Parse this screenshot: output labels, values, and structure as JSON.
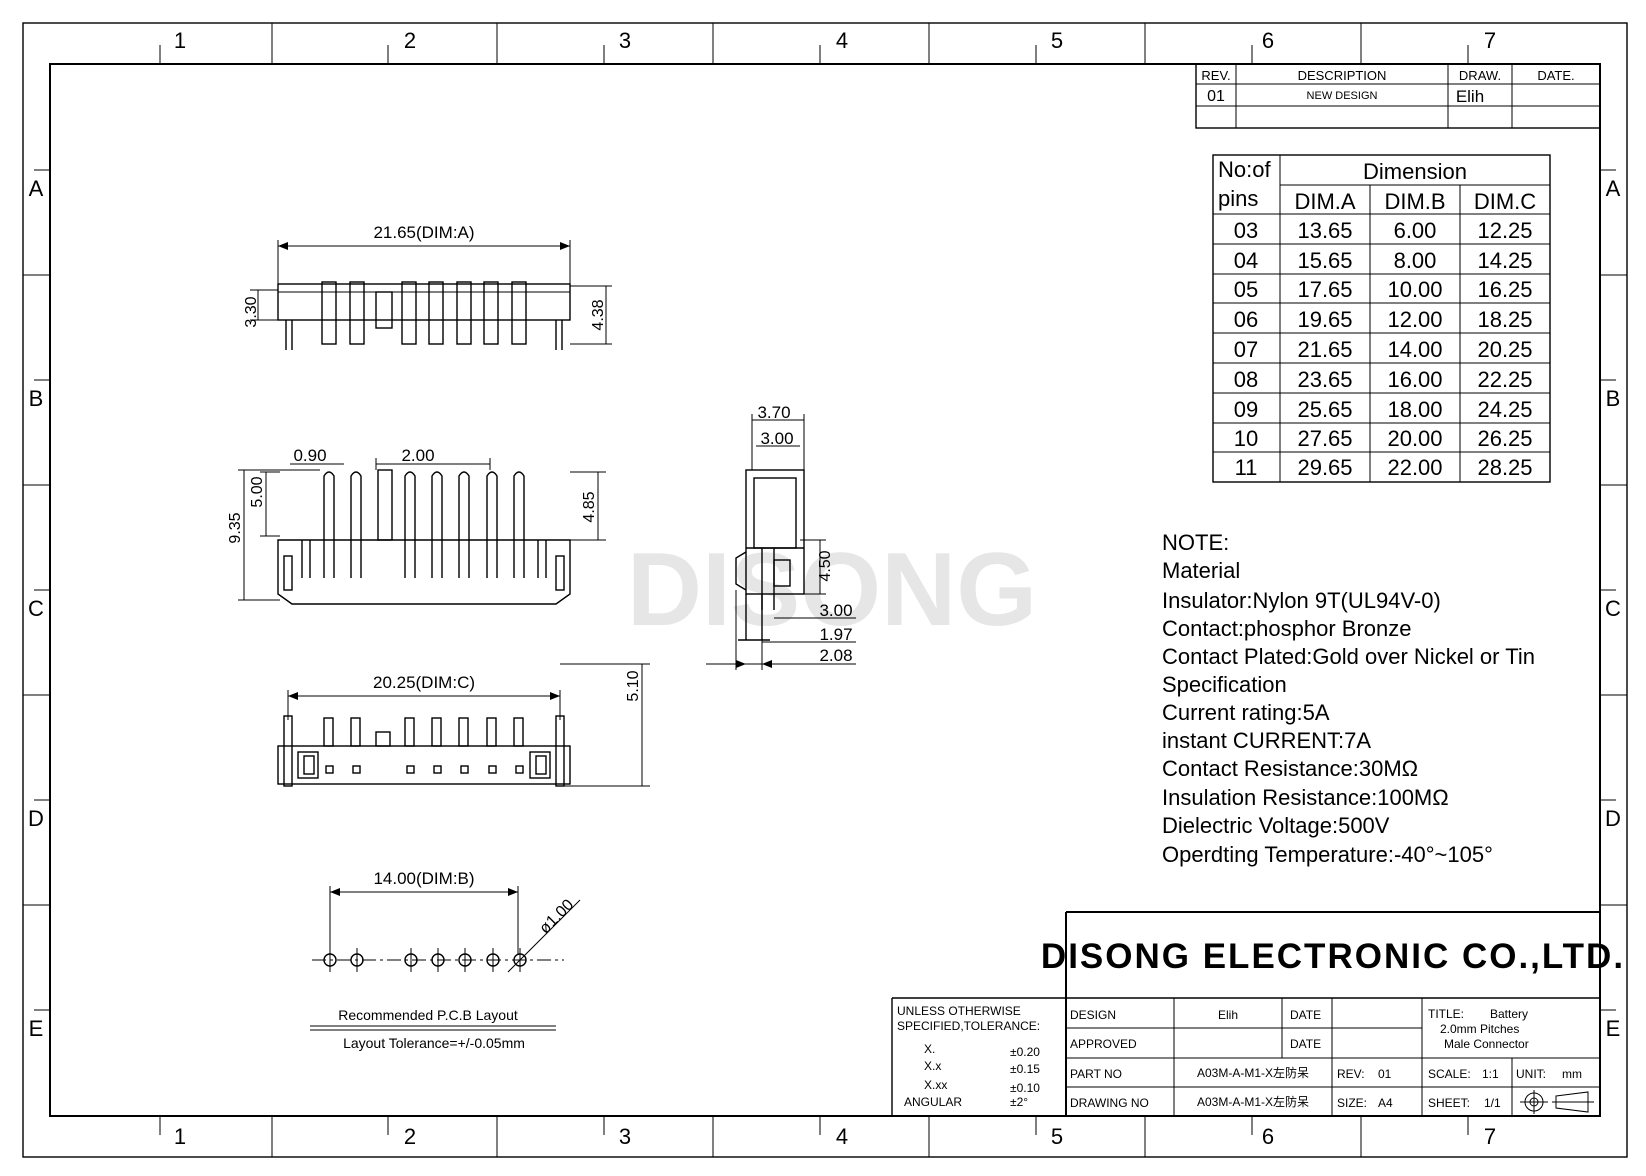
{
  "frame": {
    "col_labels": [
      "1",
      "2",
      "3",
      "4",
      "5",
      "6",
      "7"
    ],
    "row_labels": [
      "A",
      "B",
      "C",
      "D",
      "E"
    ]
  },
  "revision_table": {
    "headers": [
      "REV.",
      "DESCRIPTION",
      "DRAW.",
      "DATE."
    ],
    "rows": [
      [
        "01",
        "NEW DESIGN",
        "Elih",
        ""
      ]
    ]
  },
  "dimension_table": {
    "header_pins_line1": "No:of",
    "header_pins_line2": "pins",
    "header_dimension": "Dimension",
    "columns": [
      "DIM.A",
      "DIM.B",
      "DIM.C"
    ],
    "rows": [
      [
        "03",
        "13.65",
        "6.00",
        "12.25"
      ],
      [
        "04",
        "15.65",
        "8.00",
        "14.25"
      ],
      [
        "05",
        "17.65",
        "10.00",
        "16.25"
      ],
      [
        "06",
        "19.65",
        "12.00",
        "18.25"
      ],
      [
        "07",
        "21.65",
        "14.00",
        "20.25"
      ],
      [
        "08",
        "23.65",
        "16.00",
        "22.25"
      ],
      [
        "09",
        "25.65",
        "18.00",
        "24.25"
      ],
      [
        "10",
        "27.65",
        "20.00",
        "26.25"
      ],
      [
        "11",
        "29.65",
        "22.00",
        "28.25"
      ]
    ]
  },
  "notes": [
    "NOTE:",
    "Material",
    "Insulator:Nylon 9T(UL94V-0)",
    "Contact:phosphor Bronze",
    "Contact Plated:Gold over Nickel or Tin",
    "Specification",
    "Current rating:5A",
    "instant CURRENT:7A",
    "Contact Resistance:30MΩ",
    "Insulation Resistance:100MΩ",
    "Dielectric Voltage:500V",
    "Operdting Temperature:-40°~105°"
  ],
  "watermark": "DISONG",
  "views": {
    "top": {
      "dim_a": "21.65(DIM:A)",
      "h1": "3.30",
      "h2": "4.38"
    },
    "front": {
      "w1": "0.90",
      "pitch": "2.00",
      "h1": "5.00",
      "h2": "9.35",
      "h3": "4.85"
    },
    "side": {
      "d1": "3.70",
      "d2": "3.00",
      "d3": "4.50",
      "d4": "3.00",
      "d5": "1.97",
      "d6": "2.08"
    },
    "bottom": {
      "dim_c": "20.25(DIM:C)",
      "h": "5.10"
    },
    "pcb": {
      "dim_b": "14.00(DIM:B)",
      "hole": "ø1.00",
      "caption": "Recommended P.C.B Layout",
      "tolerance": "Layout Tolerance=+/-0.05mm"
    }
  },
  "title_block": {
    "company": "DISONG ELECTRONIC CO.,LTD.",
    "tolerance": {
      "line1": "UNLESS OTHERWISE",
      "line2": "SPECIFIED,TOLERANCE:",
      "rows": [
        [
          "X.",
          "±0.20"
        ],
        [
          "X.x",
          "±0.15"
        ],
        [
          "X.xx",
          "±0.10"
        ],
        [
          "ANGULAR",
          "±2°"
        ]
      ]
    },
    "design_label": "DESIGN",
    "design_value": "Elih",
    "date_label": "DATE",
    "approved_label": "APPROVED",
    "approved_date_label": "DATE",
    "part_no_label": "PART NO",
    "part_no_value": "A03M-A-M1-X左防呆",
    "drawing_no_label": "DRAWING NO",
    "drawing_no_value": "A03M-A-M1-X左防呆",
    "rev_label": "REV:",
    "rev_value": "01",
    "size_label": "SIZE:",
    "size_value": "A4",
    "title_label": "TITLE:",
    "title_line1": "Battery",
    "title_line2": "2.0mm Pitches",
    "title_line3": "Male Connector",
    "scale_label": "SCALE:",
    "scale_value": "1:1",
    "unit_label": "UNIT:",
    "unit_value": "mm",
    "sheet_label": "SHEET:",
    "sheet_value": "1/1"
  }
}
